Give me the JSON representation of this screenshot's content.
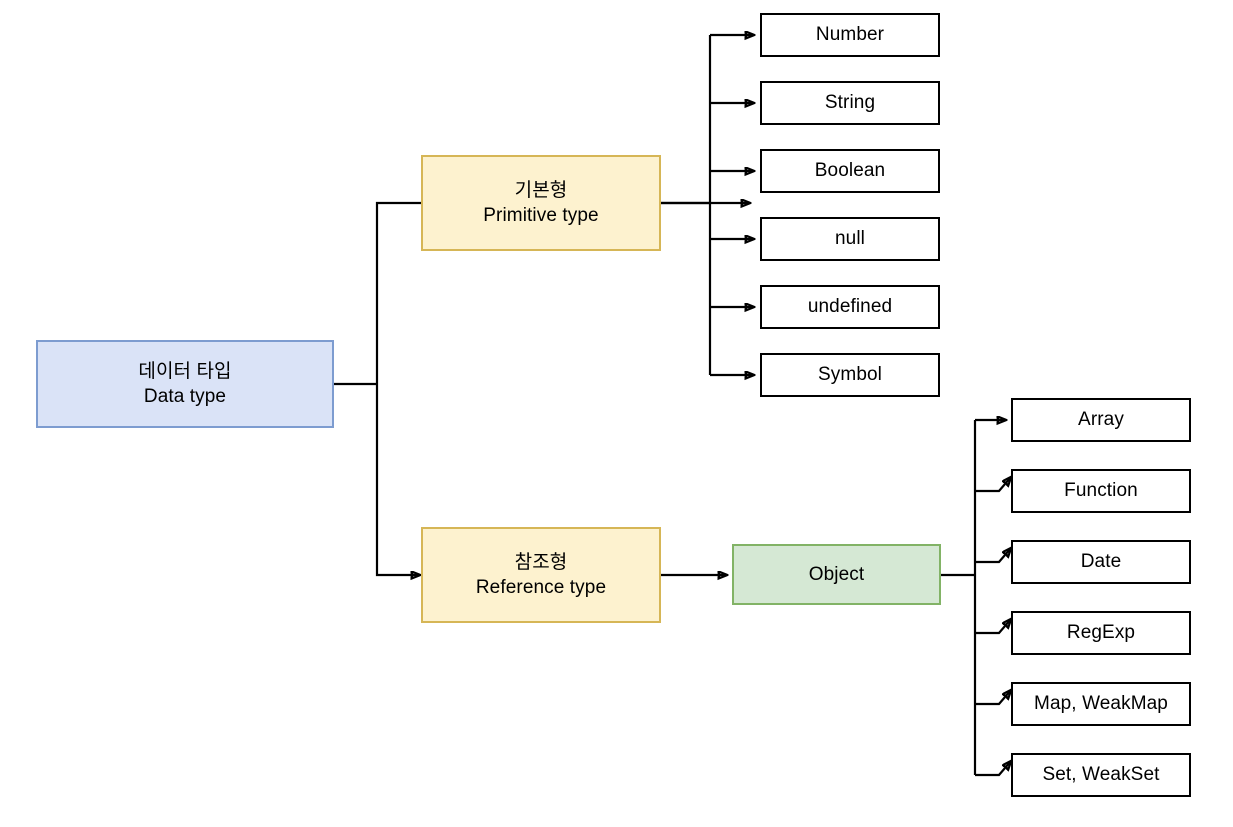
{
  "diagram": {
    "title_root": {
      "ko": "데이터 타입",
      "en": "Data type"
    },
    "branches": [
      {
        "id": "primitive",
        "ko": "기본형",
        "en": "Primitive type",
        "fill": "#fdf2cf",
        "stroke": "#d6b656",
        "children": [
          {
            "label": "Number"
          },
          {
            "label": "String"
          },
          {
            "label": "Boolean"
          },
          {
            "label": "null"
          },
          {
            "label": "undefined"
          },
          {
            "label": "Symbol"
          }
        ]
      },
      {
        "id": "reference",
        "ko": "참조형",
        "en": "Reference type",
        "fill": "#fdf2cf",
        "stroke": "#d6b656",
        "object": {
          "label": "Object",
          "fill": "#d5e8d4",
          "stroke": "#82b366",
          "children": [
            {
              "label": "Array"
            },
            {
              "label": "Function"
            },
            {
              "label": "Date"
            },
            {
              "label": "RegExp"
            },
            {
              "label": "Map, WeakMap"
            },
            {
              "label": "Set, WeakSet"
            }
          ]
        }
      }
    ],
    "colors": {
      "root_fill": "#dae3f7",
      "root_stroke": "#7d9cd0",
      "group_fill": "#fdf2cf",
      "group_stroke": "#d6b656",
      "object_fill": "#d5e8d4",
      "object_stroke": "#82b366",
      "leaf_fill": "#ffffff",
      "leaf_stroke": "#000000",
      "connector": "#000000",
      "background": "#ffffff"
    }
  }
}
